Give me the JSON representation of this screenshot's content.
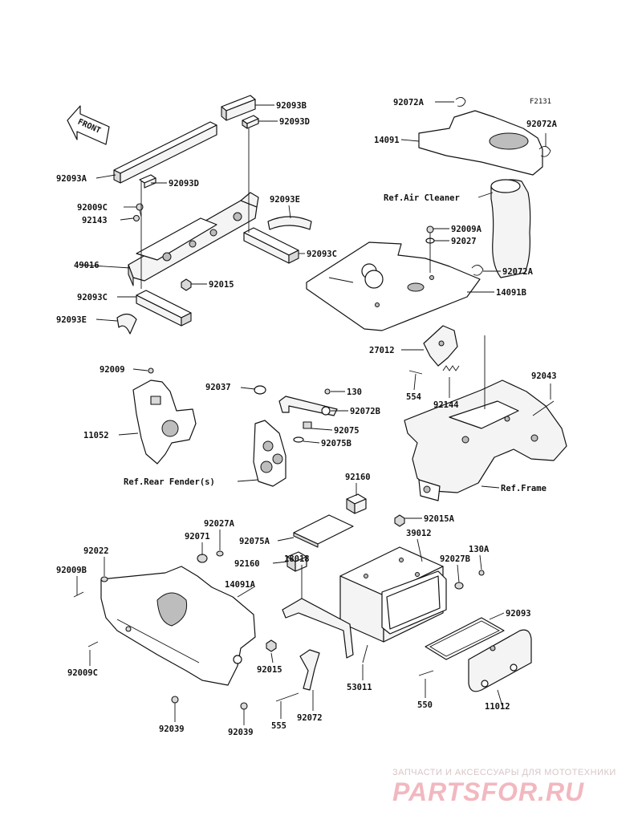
{
  "diagram_code": "F2131",
  "front_label": "FRONT",
  "watermark": {
    "line1": "ЗАПЧАСТИ И АКСЕССУАРЫ ДЛЯ МОТОТЕХНИКИ",
    "line2": "PARTSFOR.RU"
  },
  "labels": [
    {
      "id": "92093B",
      "text": "92093B"
    },
    {
      "id": "92093D_top",
      "text": "92093D"
    },
    {
      "id": "92093A",
      "text": "92093A"
    },
    {
      "id": "92093D_mid",
      "text": "92093D"
    },
    {
      "id": "92009C_top",
      "text": "92009C"
    },
    {
      "id": "92143",
      "text": "92143"
    },
    {
      "id": "92093E_top",
      "text": "92093E"
    },
    {
      "id": "49016",
      "text": "49016"
    },
    {
      "id": "92093C_right",
      "text": "92093C"
    },
    {
      "id": "92015_top",
      "text": "92015"
    },
    {
      "id": "92093C_left",
      "text": "92093C"
    },
    {
      "id": "92093E_bottom",
      "text": "92093E"
    },
    {
      "id": "92072A_top",
      "text": "92072A"
    },
    {
      "id": "92072A_right",
      "text": "92072A"
    },
    {
      "id": "14091",
      "text": "14091"
    },
    {
      "id": "ref_air_cleaner",
      "text": "Ref.Air Cleaner"
    },
    {
      "id": "92009A",
      "text": "92009A"
    },
    {
      "id": "92027",
      "text": "92027"
    },
    {
      "id": "92072A_mid",
      "text": "92072A"
    },
    {
      "id": "14091B",
      "text": "14091B"
    },
    {
      "id": "27012",
      "text": "27012"
    },
    {
      "id": "554",
      "text": "554"
    },
    {
      "id": "92144",
      "text": "92144"
    },
    {
      "id": "92043",
      "text": "92043"
    },
    {
      "id": "92009",
      "text": "92009"
    },
    {
      "id": "11052",
      "text": "11052"
    },
    {
      "id": "92037",
      "text": "92037"
    },
    {
      "id": "130",
      "text": "130"
    },
    {
      "id": "92072B",
      "text": "92072B"
    },
    {
      "id": "92075",
      "text": "92075"
    },
    {
      "id": "92075B",
      "text": "92075B"
    },
    {
      "id": "ref_rear_fender",
      "text": "Ref.Rear Fender(s)"
    },
    {
      "id": "ref_frame",
      "text": "Ref.Frame"
    },
    {
      "id": "92160_top",
      "text": "92160"
    },
    {
      "id": "92015A",
      "text": "92015A"
    },
    {
      "id": "92027A",
      "text": "92027A"
    },
    {
      "id": "92071",
      "text": "92071"
    },
    {
      "id": "92075A",
      "text": "92075A"
    },
    {
      "id": "39012",
      "text": "39012"
    },
    {
      "id": "130A",
      "text": "130A"
    },
    {
      "id": "92022",
      "text": "92022"
    },
    {
      "id": "92160_mid",
      "text": "92160"
    },
    {
      "id": "92027B",
      "text": "92027B"
    },
    {
      "id": "92009B",
      "text": "92009B"
    },
    {
      "id": "14091A",
      "text": "14091A"
    },
    {
      "id": "18018",
      "text": "18018"
    },
    {
      "id": "92093",
      "text": "92093"
    },
    {
      "id": "92015_bottom",
      "text": "92015"
    },
    {
      "id": "53011",
      "text": "53011"
    },
    {
      "id": "92009C_bottom",
      "text": "92009C"
    },
    {
      "id": "550",
      "text": "550"
    },
    {
      "id": "11012",
      "text": "11012"
    },
    {
      "id": "92039_left",
      "text": "92039"
    },
    {
      "id": "92039_right",
      "text": "92039"
    },
    {
      "id": "555",
      "text": "555"
    },
    {
      "id": "92072",
      "text": "92072"
    }
  ]
}
